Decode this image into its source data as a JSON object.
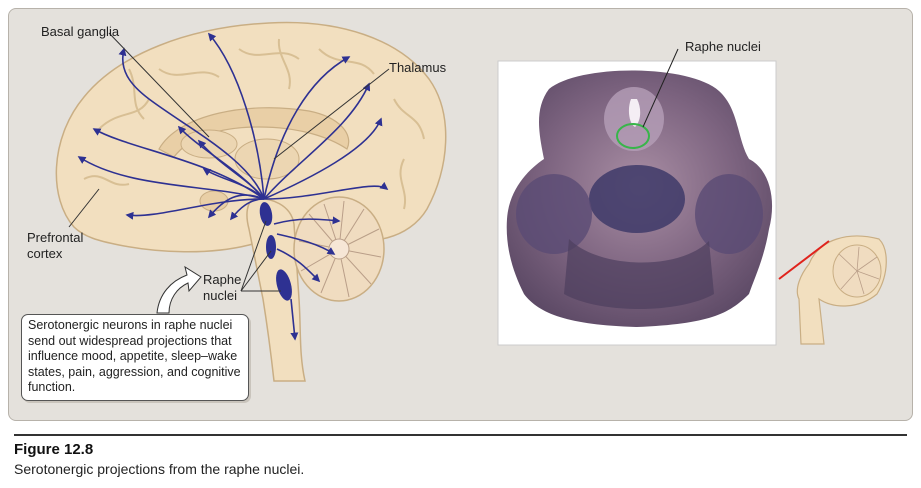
{
  "labels": {
    "basal_ganglia": "Basal ganglia",
    "thalamus": "Thalamus",
    "prefrontal_cortex": "Prefrontal cortex",
    "raphe_nuclei_diagram": "Raphe nuclei",
    "raphe_nuclei_photo": "Raphe nuclei"
  },
  "callout_text": "Serotonergic neurons in raphe nuclei send out widespread projections that influence mood, appetite, sleep–wake states, pain, aggression, and cognitive function.",
  "figure": {
    "number": "Figure 12.8",
    "caption": "Serotonergic projections from the raphe nuclei."
  },
  "colors": {
    "panel_background": "#e4e1dc",
    "brain_tissue": "#f2dfbf",
    "projection_lines": "#2e3192",
    "highlight_circle": "#38b54a",
    "section_line": "#e0231c"
  }
}
